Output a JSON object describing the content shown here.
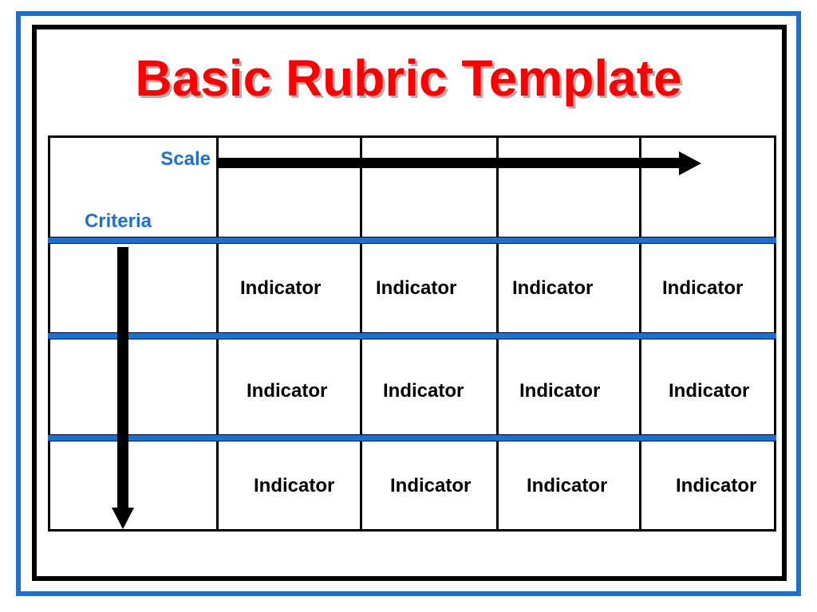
{
  "title": "Basic Rubric Template",
  "table": {
    "scale_label": "Scale",
    "criteria_label": "Criteria",
    "rows": [
      [
        "Indicator",
        "Indicator",
        "Indicator",
        "Indicator"
      ],
      [
        "Indicator",
        "Indicator",
        "Indicator",
        "Indicator"
      ],
      [
        "Indicator",
        "Indicator",
        "Indicator",
        "Indicator"
      ]
    ]
  },
  "colors": {
    "title": "#ff0000",
    "labels": "#1f6fd0",
    "frame_outer": "#1f6fd0",
    "frame_inner": "#000000",
    "row_bands": "#1f6fd0"
  },
  "icons": {
    "scale_arrow": "right-arrow-icon",
    "criteria_arrow": "down-arrow-icon"
  }
}
